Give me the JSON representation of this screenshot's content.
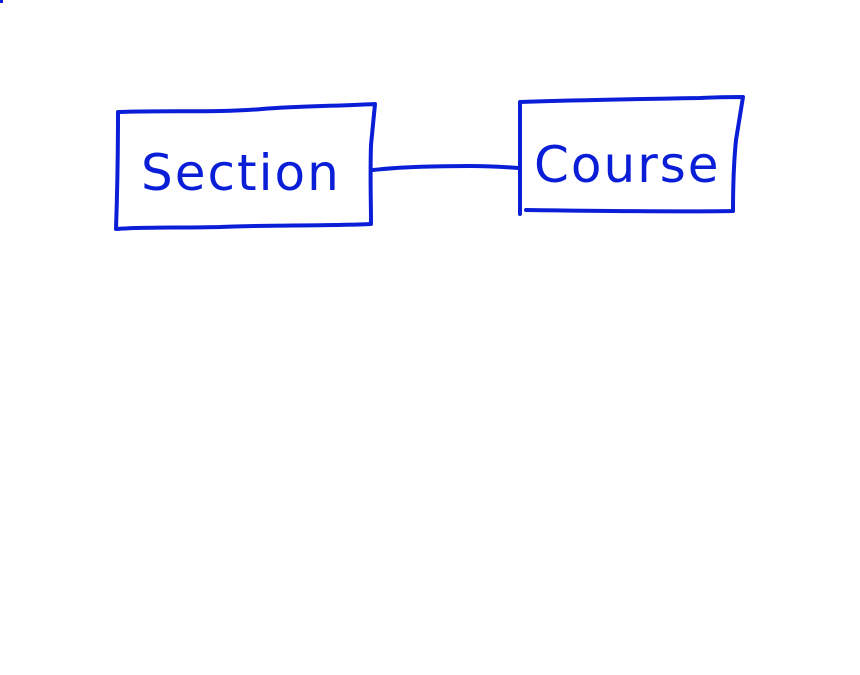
{
  "colors": {
    "background": "#ffffff",
    "ink": "#0a1ed7"
  },
  "diagram": {
    "nodes": [
      {
        "id": "section",
        "label": "Section"
      },
      {
        "id": "course",
        "label": "Course"
      }
    ],
    "edges": [
      {
        "from": "section",
        "to": "course"
      }
    ]
  }
}
